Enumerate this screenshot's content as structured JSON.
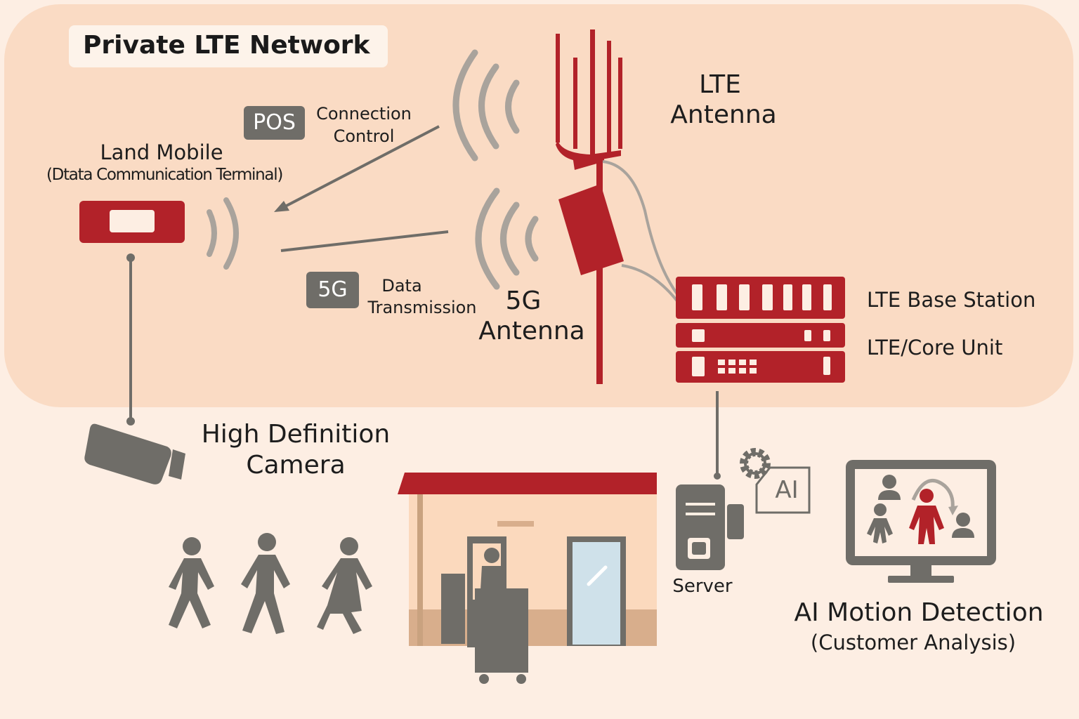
{
  "title": "Private LTE Network",
  "labels": {
    "land_mobile": "Land Mobile",
    "land_mobile_sub": "(Dtata Communication Terminal)",
    "pos_badge": "POS",
    "connection_control_1": "Connection",
    "connection_control_2": "Control",
    "fiveg_badge": "5G",
    "data_transmission_1": "Data",
    "data_transmission_2": "Transmission",
    "lte_antenna_1": "LTE",
    "lte_antenna_2": "Antenna",
    "fiveg_antenna_1": "5G",
    "fiveg_antenna_2": "Antenna",
    "lte_base_station": "LTE Base Station",
    "lte_core_unit": "LTE/Core Unit",
    "hd_camera_1": "High Definition",
    "hd_camera_2": "Camera",
    "server": "Server",
    "ai_badge": "AI",
    "ai_motion_1": "AI Motion Detection",
    "ai_motion_2": "(Customer Analysis)"
  },
  "colors": {
    "background": "#fdeee3",
    "network_zone": "#fadbc4",
    "accent_red": "#b22229",
    "gray": "#6f6d68",
    "signal_gray": "#a9a39c"
  },
  "icons": [
    "antenna-icon",
    "data-terminal-icon",
    "wifi-signal-icon",
    "camera-icon",
    "walking-person-icon",
    "store-icon",
    "cashier-icon",
    "server-icon",
    "gear-icon",
    "ai-chip-icon",
    "monitor-icon",
    "person-icon"
  ]
}
